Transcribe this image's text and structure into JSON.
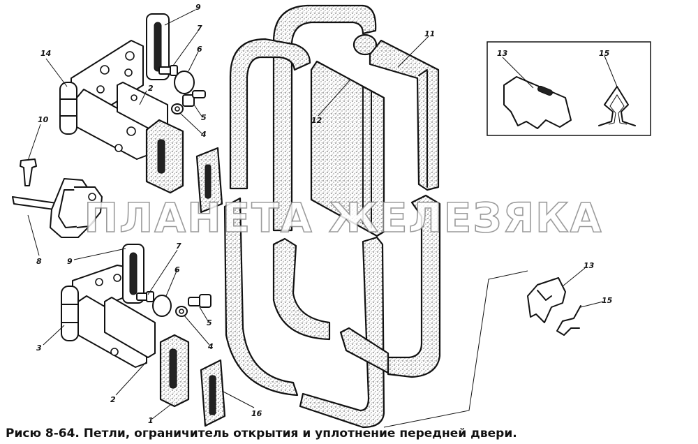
{
  "caption": "Рисю 8-64. Петли, ограничитель открытия и уплотнение передней двери.",
  "watermark": "ПЛАНЕТА ЖЕЛЕЗЯКА",
  "part_numbers": {
    "p1": "1",
    "p2_top": "2",
    "p2_bottom": "2",
    "p3": "3",
    "p4_top": "4",
    "p4_bottom": "4",
    "p5_top": "5",
    "p5_bottom": "5",
    "p6_top": "6",
    "p6_bottom": "6",
    "p7_top": "7",
    "p7_bottom": "7",
    "p8": "8",
    "p9_top": "9",
    "p9_bottom": "9",
    "p10": "10",
    "p11": "11",
    "p12": "12",
    "p13_inset": "13",
    "p13_clip": "13",
    "p14": "14",
    "p15_inset": "15",
    "p15_clip": "15",
    "p16": "16"
  },
  "colors": {
    "ink": "#111111",
    "background": "#ffffff"
  }
}
